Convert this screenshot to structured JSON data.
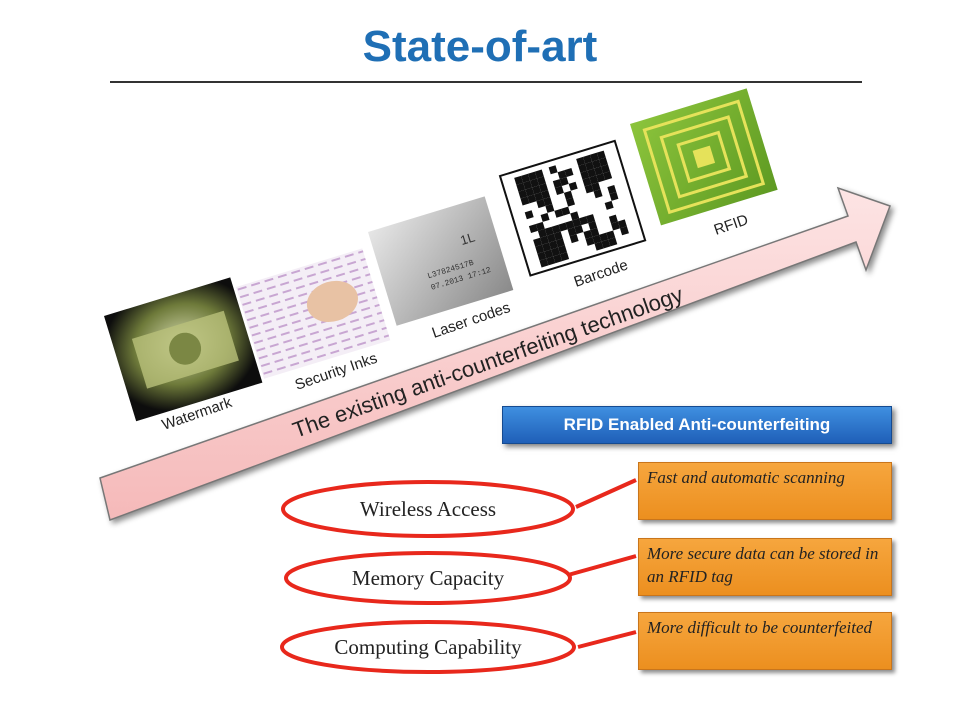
{
  "slide": {
    "title": "State-of-art"
  },
  "arrow": {
    "label": "The existing anti-counterfeiting technology"
  },
  "technologies": [
    {
      "label": "Watermark"
    },
    {
      "label": "Security Inks"
    },
    {
      "label": "Laser codes"
    },
    {
      "label": "Barcode"
    },
    {
      "label": "RFID"
    }
  ],
  "laser_code_text": {
    "line1": "1L",
    "line2": "L37824517B",
    "line3": "07.2013 17:12"
  },
  "banner": {
    "text": "RFID Enabled Anti-counterfeiting"
  },
  "features": [
    {
      "label": "Wireless Access",
      "benefit": "Fast and automatic scanning"
    },
    {
      "label": "Memory Capacity",
      "benefit": "More secure data can be stored in an RFID tag"
    },
    {
      "label": "Computing Capability",
      "benefit": "More difficult to be counterfeited"
    }
  ],
  "colors": {
    "title": "#1f6fb5",
    "oval": "#e8281c",
    "callout": "#f29a2e",
    "banner": "#2d77cc",
    "arrow": "#f9d2d2"
  }
}
